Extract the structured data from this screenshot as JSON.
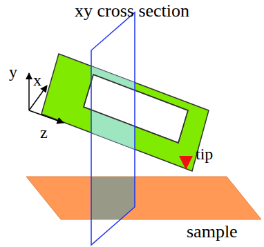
{
  "diagram": {
    "labels": [
      "xy cross section",
      "y",
      "x",
      "z",
      "tip",
      "sample"
    ]
  }
}
